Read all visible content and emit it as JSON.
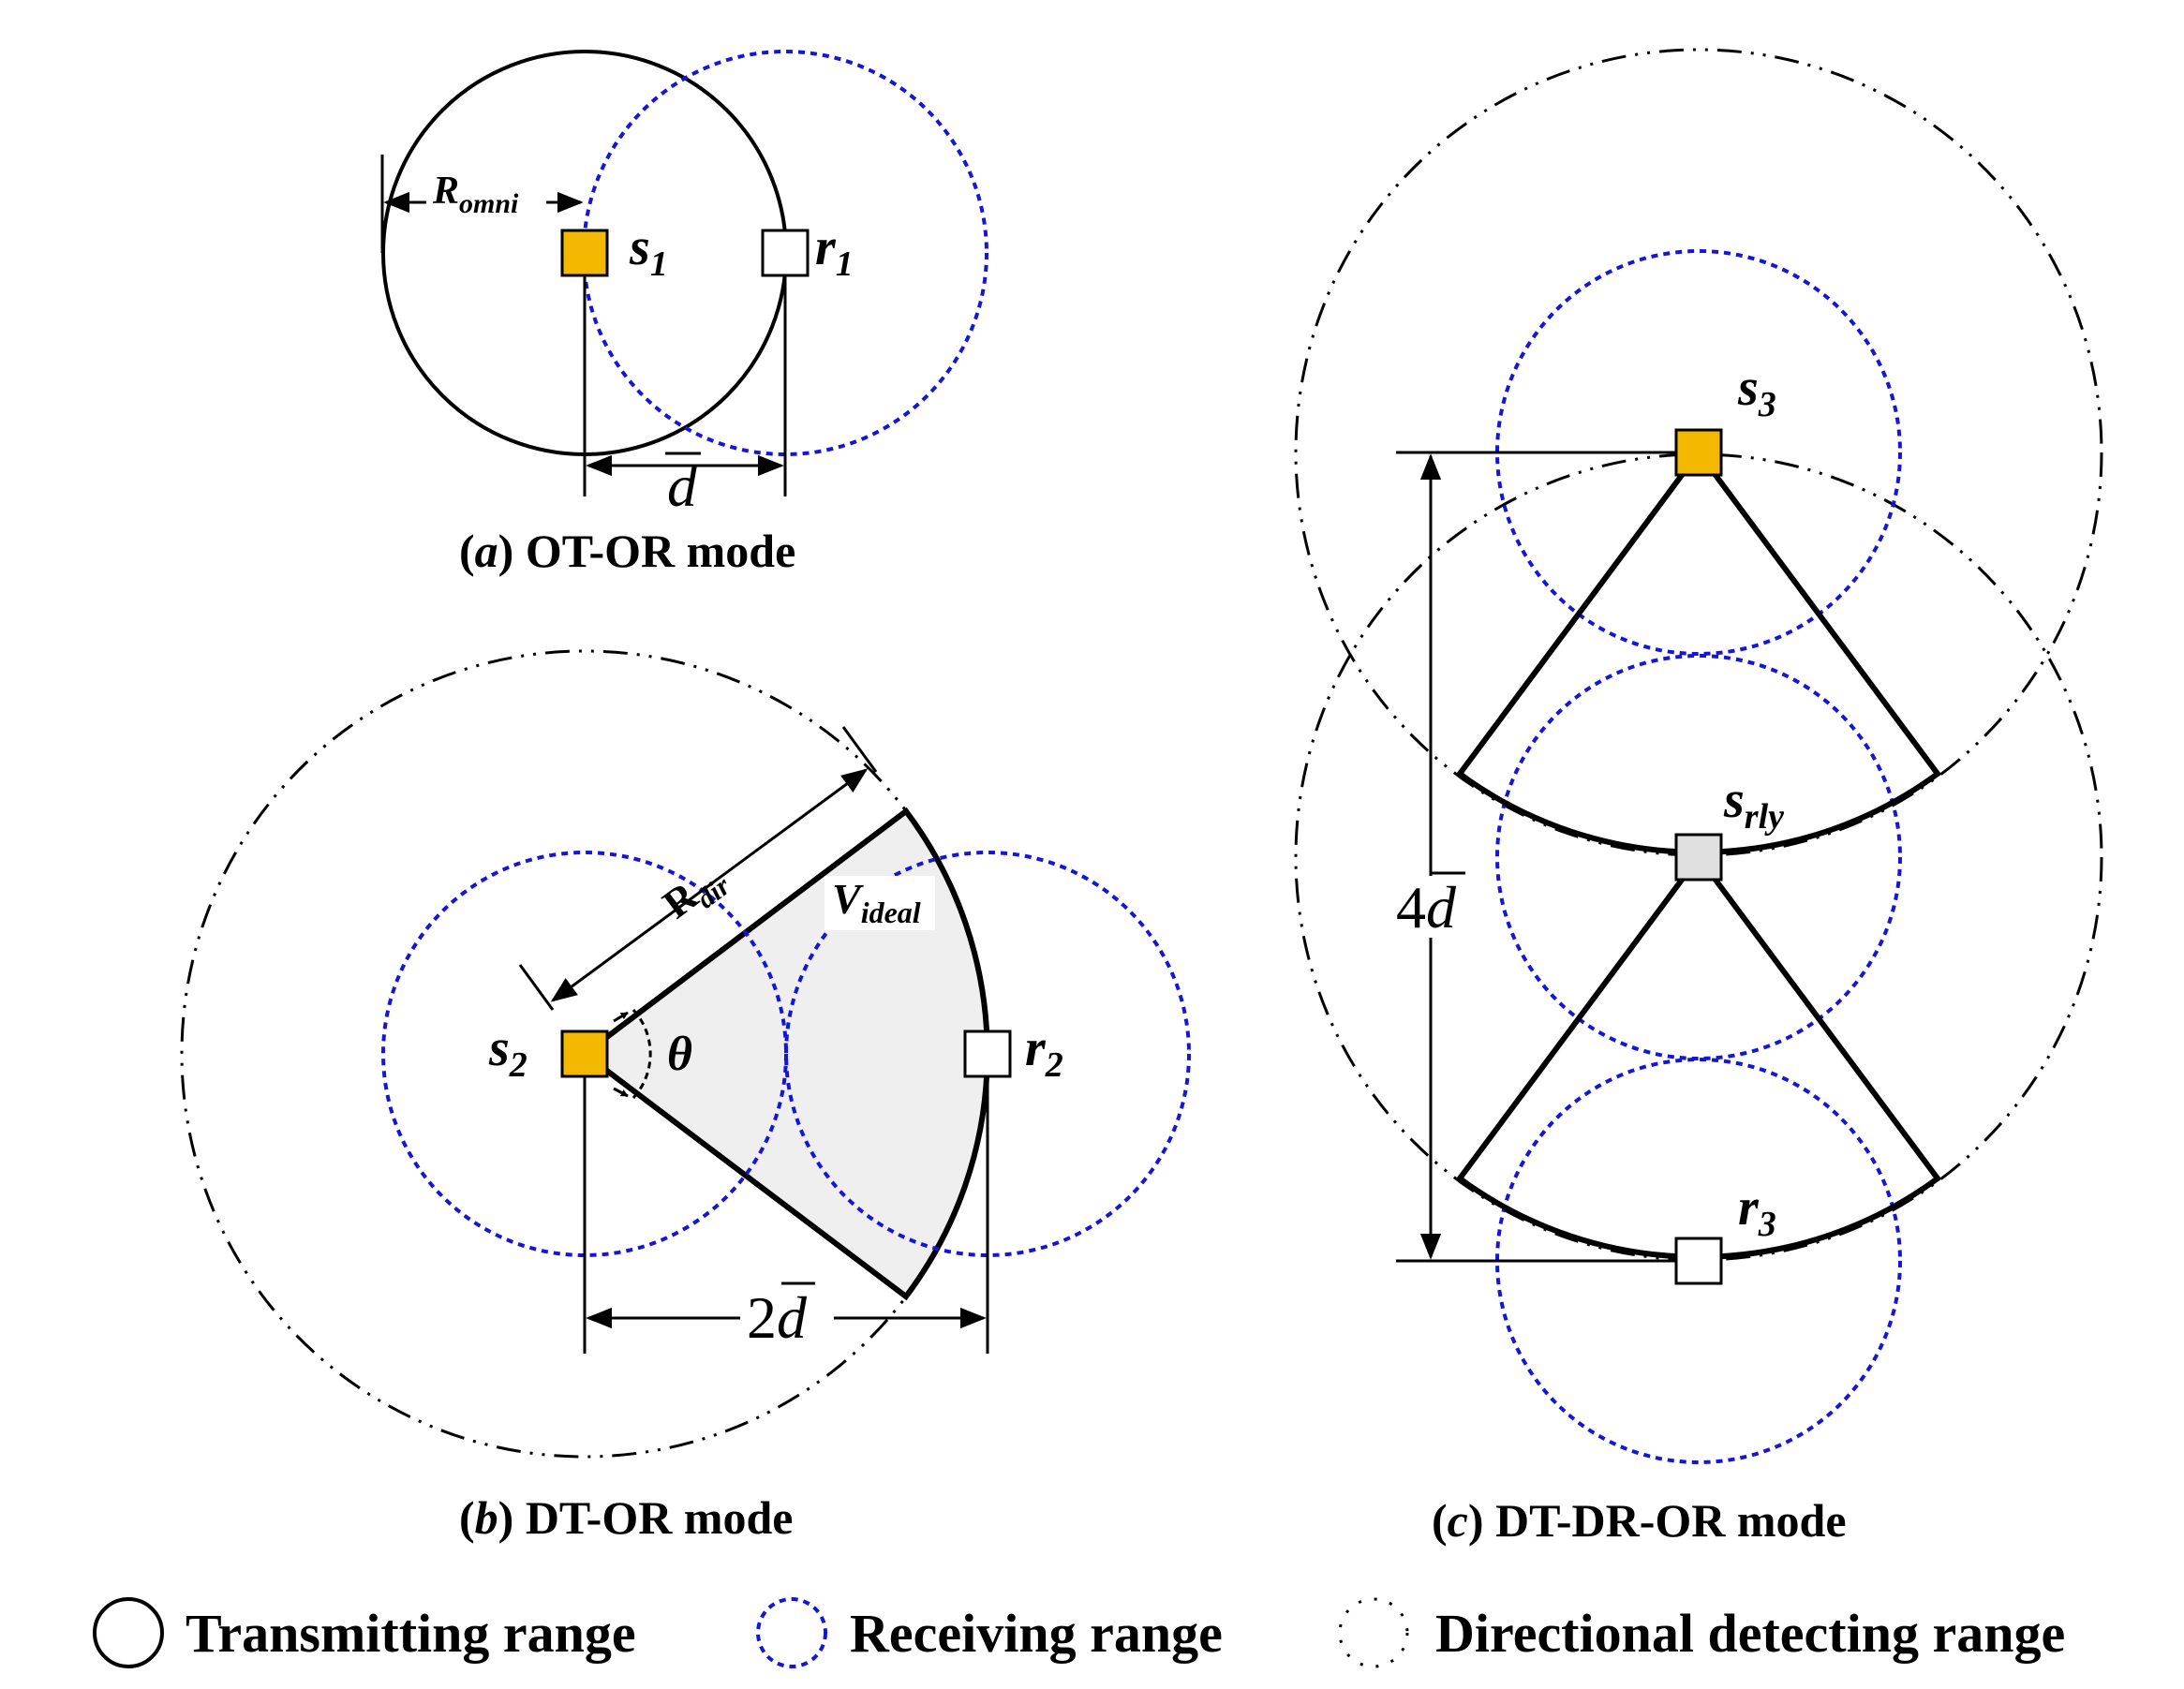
{
  "panel_a": {
    "caption_letter": "a",
    "caption_text": "OT-OR mode",
    "radius_label": "R",
    "radius_sub": "omni",
    "sender": "s",
    "sender_sub": "1",
    "receiver": "r",
    "receiver_sub": "1",
    "distance_label": "d"
  },
  "panel_b": {
    "caption_letter": "b",
    "caption_text": "DT-OR mode",
    "radius_label": "R",
    "radius_sub": "dir",
    "volume_label": "V",
    "volume_sub": "ideal",
    "angle_label": "θ",
    "sender": "s",
    "sender_sub": "2",
    "receiver": "r",
    "receiver_sub": "2",
    "distance_coef": "2",
    "distance_label": "d"
  },
  "panel_c": {
    "caption_letter": "c",
    "caption_text": "DT-DR-OR mode",
    "sender": "s",
    "sender_sub": "3",
    "relay": "s",
    "relay_sub": "rly",
    "receiver": "r",
    "receiver_sub": "3",
    "distance_coef": "4",
    "distance_label": "d"
  },
  "legend": {
    "transmitting": "Transmitting range",
    "receiving": "Receiving range",
    "directional": "Directional detecting range"
  },
  "colors": {
    "sender_fill": "#F5B800",
    "relay_fill": "#E0E0E0",
    "receiving_stroke": "#1515D8",
    "sector_fill": "#EFEFEF"
  }
}
